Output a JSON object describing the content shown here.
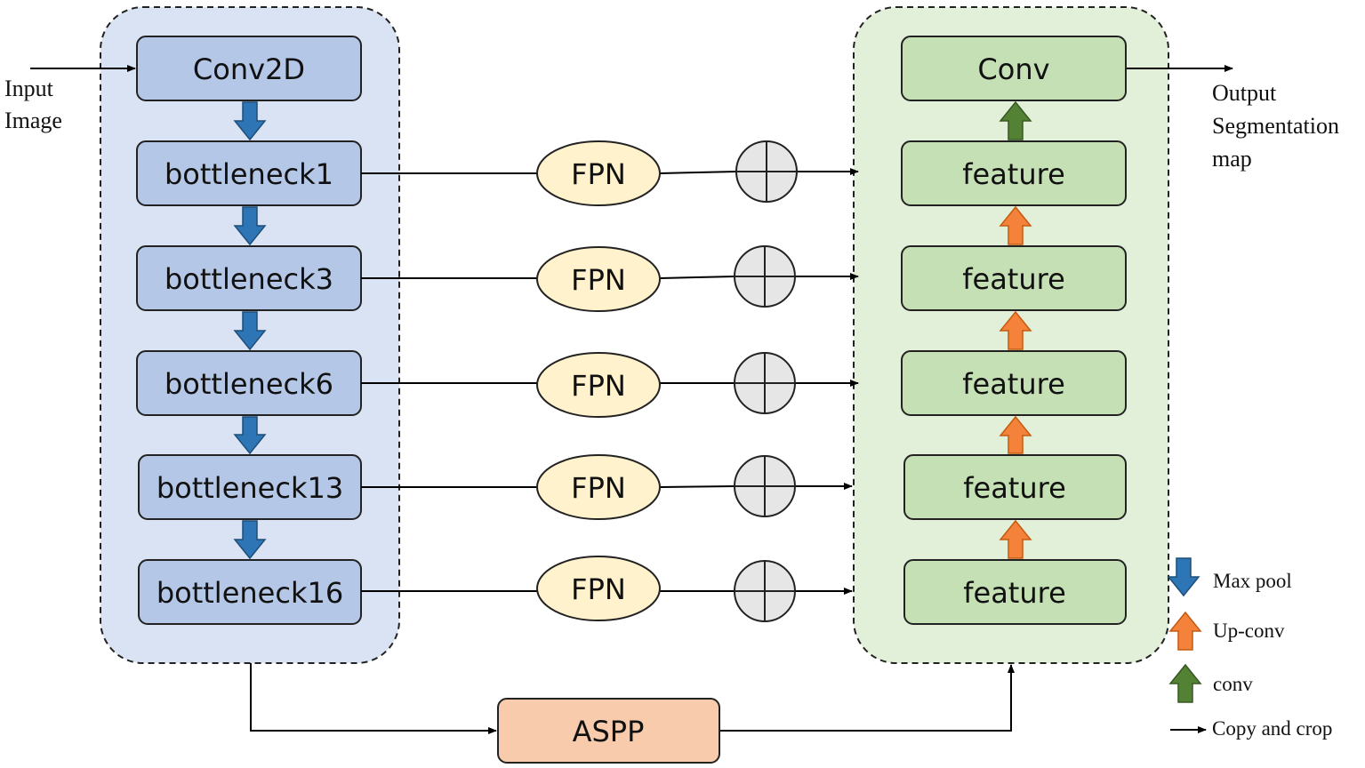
{
  "input_label": [
    "Input",
    "Image"
  ],
  "output_label": [
    "Output",
    "Segmentation",
    "map"
  ],
  "encoder": {
    "blocks": [
      "Conv2D",
      "bottleneck1",
      "bottleneck3",
      "bottleneck6",
      "bottleneck13",
      "bottleneck16"
    ]
  },
  "fpn_label": "FPN",
  "decoder": {
    "top": "Conv",
    "features": [
      "feature",
      "feature",
      "feature",
      "feature",
      "feature"
    ]
  },
  "aspp_label": "ASPP",
  "legend": {
    "max_pool": "Max pool",
    "up_conv": "Up-conv",
    "conv": "conv",
    "copy_crop": "Copy and crop"
  },
  "colors": {
    "encoder_bg": "#dae3f3",
    "encoder_box": "#b4c7e7",
    "decoder_bg": "#e2f0d9",
    "decoder_box": "#c5e0b4",
    "fpn": "#fff2cc",
    "aspp": "#f8cbad",
    "plus": "#e7e6e6",
    "blue_arrow": "#2e75b6",
    "orange_arrow": "#f4823a",
    "green_arrow": "#548235"
  }
}
